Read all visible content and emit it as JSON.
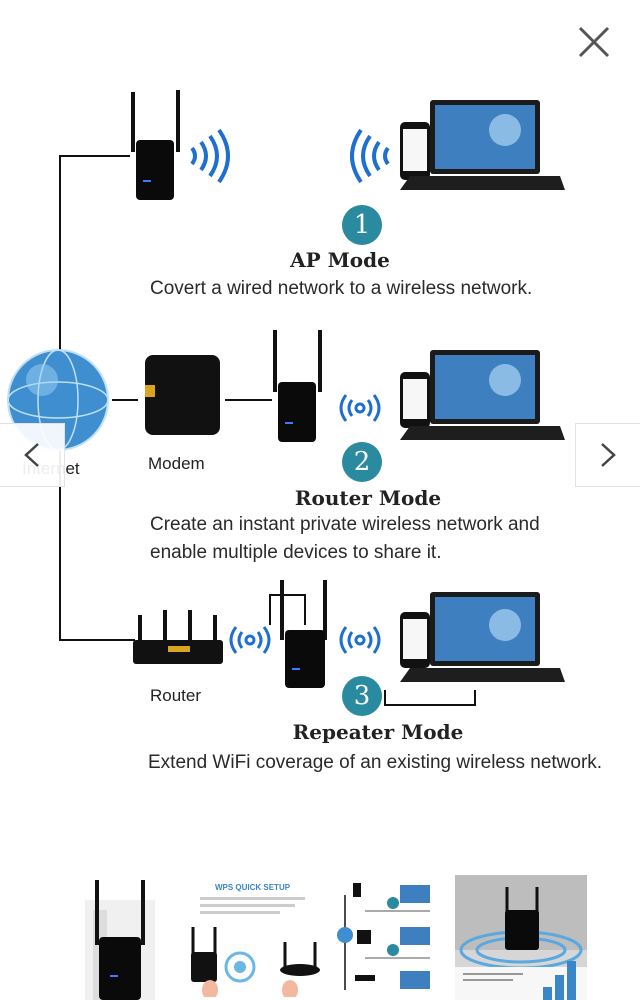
{
  "viewer": {
    "close_icon": "close-icon",
    "prev_icon": "chevron-left-icon",
    "next_icon": "chevron-right-icon"
  },
  "diagram": {
    "modes": [
      {
        "number": "1",
        "title": "AP Mode",
        "description": "Covert a wired network to a wireless network."
      },
      {
        "number": "2",
        "title": "Router Mode",
        "description_line1": "Create an instant private wireless network and",
        "description_line2": "enable multiple devices to share it."
      },
      {
        "number": "3",
        "title": "Repeater Mode",
        "description": "Extend WiFi coverage of an existing wireless network."
      }
    ],
    "labels": {
      "internet": "Internet",
      "modem": "Modem",
      "router": "Router"
    }
  },
  "thumbnails": {
    "items": [
      {
        "caption": ""
      },
      {
        "caption": "WPS QUICK SETUP"
      },
      {
        "caption": ""
      },
      {
        "caption": ""
      }
    ]
  },
  "colors": {
    "accent": "#2a8a9f",
    "wifi": "#1e6fd0",
    "line": "#111111"
  }
}
